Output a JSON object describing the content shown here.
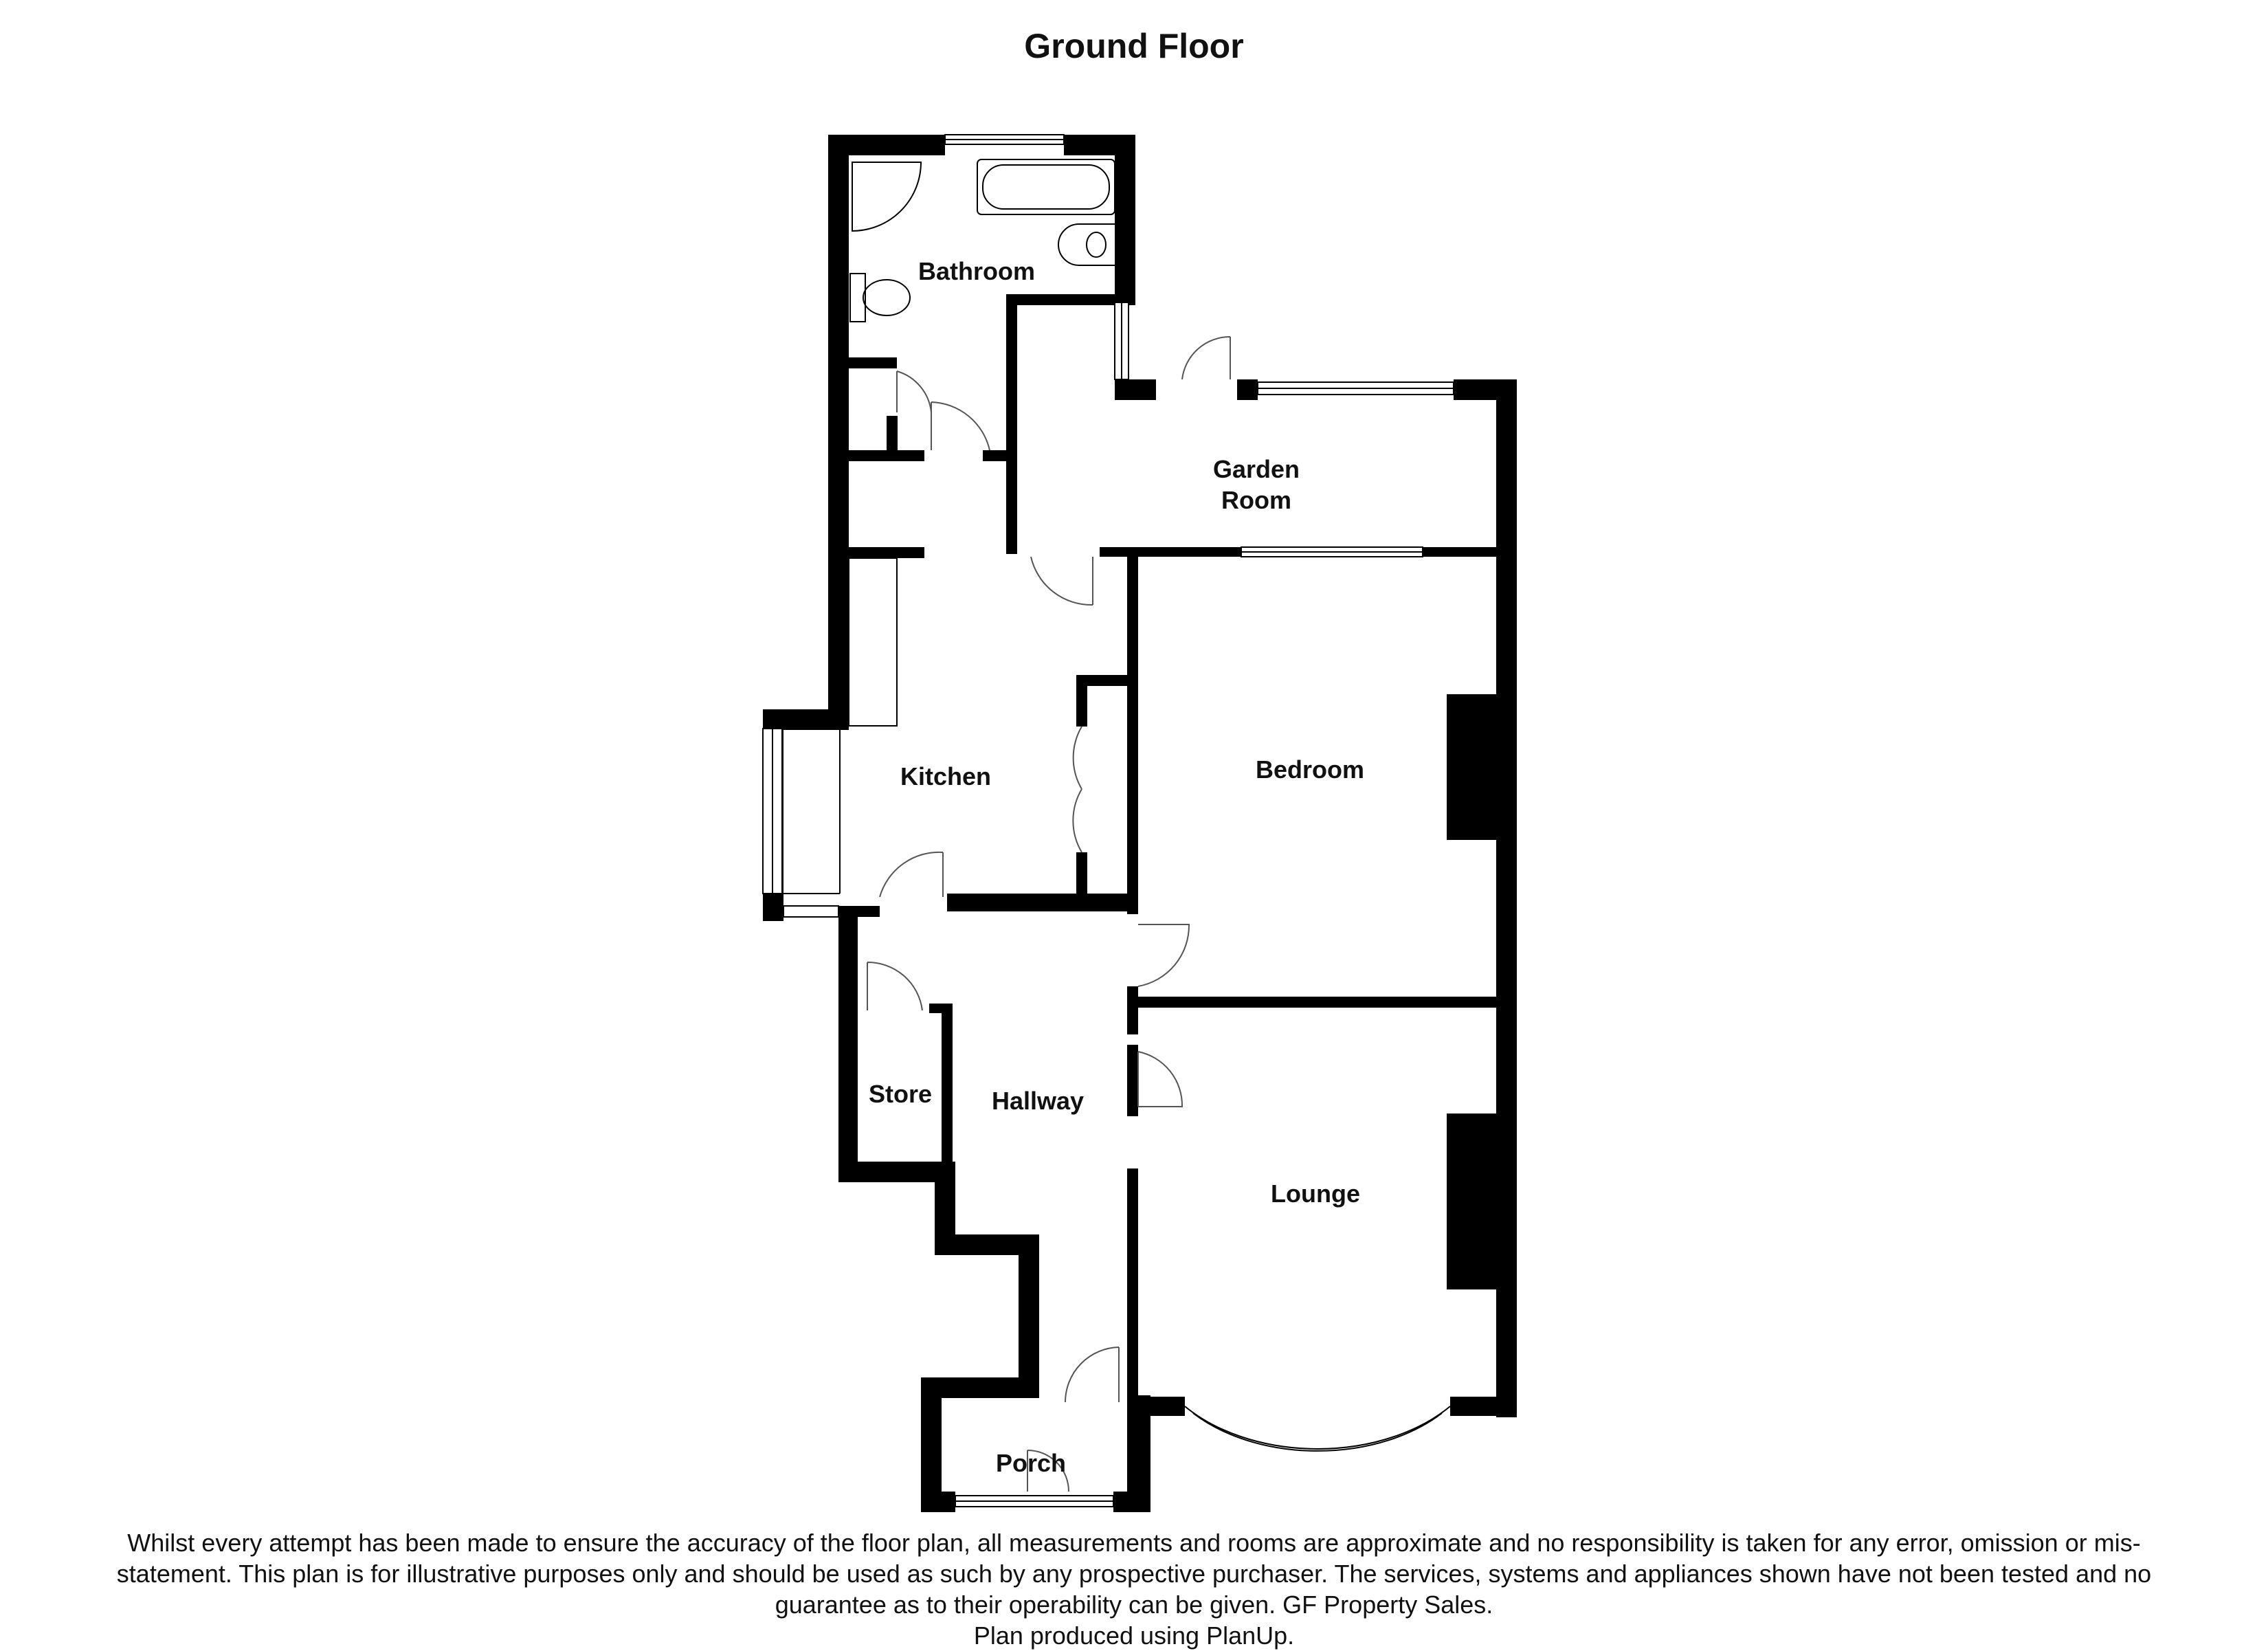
{
  "title": "Ground Floor",
  "rooms": {
    "bathroom": "Bathroom",
    "garden_room_line1": "Garden",
    "garden_room_line2": "Room",
    "kitchen": "Kitchen",
    "bedroom": "Bedroom",
    "store": "Store",
    "hallway": "Hallway",
    "lounge": "Lounge",
    "porch": "Porch"
  },
  "disclaimer": {
    "line1": "Whilst every attempt has been made to ensure the accuracy of the floor plan, all measurements and rooms are approximate and no responsibility is taken for any error, omission or mis-",
    "line2": "statement. This plan is for illustrative purposes only and should be used as such by any prospective purchaser. The services, systems and appliances shown have not been tested and no",
    "line3": "guarantee as to their operability can be given. GF Property Sales.",
    "line4": "Plan produced using PlanUp."
  },
  "colors": {
    "wall": "#000000",
    "background": "#ffffff"
  }
}
